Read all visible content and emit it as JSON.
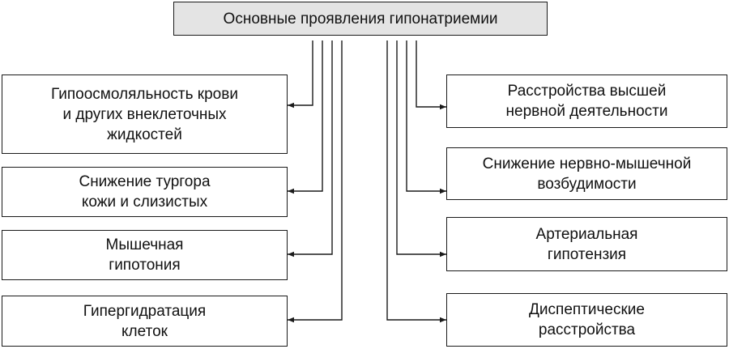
{
  "title": "Основные проявления гипонатриемии",
  "left_items": [
    "Гипоосмоляльность крови\nи  других внеклеточных\nжидкостей",
    "Снижение тургора\nкожи и слизистых",
    "Мышечная\nгипотония",
    "Гипергидратация\nклеток"
  ],
  "right_items": [
    "Расстройства  высшей\nнервной  деятельности",
    "Снижение нервно-мышечной\nвозбудимости",
    "Артериальная\nгипотензия",
    "Диспептические\nрасстройства"
  ],
  "colors": {
    "title_fill": "#e4e4e4",
    "line": "#1a1a1a",
    "box_fill": "#ffffff"
  }
}
